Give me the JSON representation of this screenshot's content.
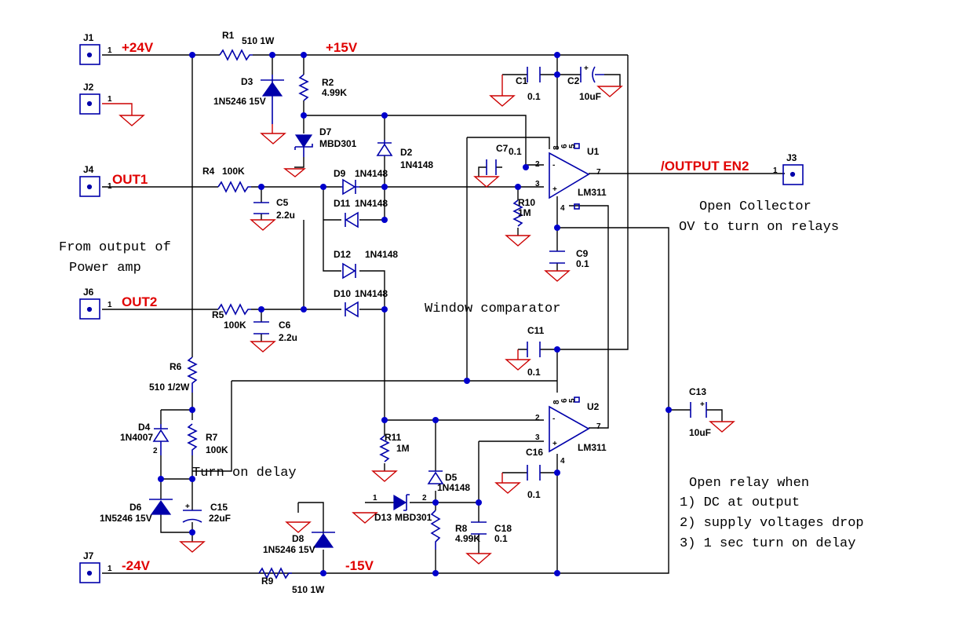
{
  "nets": {
    "p24": "+24V",
    "p15": "+15V",
    "out1": "OUT1",
    "out2": "OUT2",
    "n24": "-24V",
    "n15": "-15V",
    "en2": "/OUTPUT EN2"
  },
  "notes": {
    "src1": "From output of",
    "src2": "Power amp",
    "window": "Window comparator",
    "oc1": "Open Collector",
    "oc2": "OV to turn on relays",
    "delay": "Turn on delay",
    "open_title": "Open relay when",
    "cond1": "1) DC at output",
    "cond2": "2) supply voltages drop",
    "cond3": "3) 1 sec turn on delay"
  },
  "connectors": {
    "J1": "J1",
    "J2": "J2",
    "J3": "J3",
    "J4": "J4",
    "J6": "J6",
    "J7": "J7"
  },
  "components": {
    "R1": {
      "ref": "R1",
      "val": "510 1W"
    },
    "R2": {
      "ref": "R2",
      "val": "4.99K"
    },
    "R4": {
      "ref": "R4",
      "val": "100K"
    },
    "R5": {
      "ref": "R5",
      "val": "100K"
    },
    "R6": {
      "ref": "R6",
      "val": "510 1/2W"
    },
    "R7": {
      "ref": "R7",
      "val": "100K"
    },
    "R8": {
      "ref": "R8",
      "val": "4.99K"
    },
    "R9": {
      "ref": "R9",
      "val": "510 1W"
    },
    "R10": {
      "ref": "R10",
      "val": "1M"
    },
    "R11": {
      "ref": "R11",
      "val": "1M"
    },
    "C1": {
      "ref": "C1",
      "val": "0.1"
    },
    "C2": {
      "ref": "C2",
      "val": "10uF"
    },
    "C5": {
      "ref": "C5",
      "val": "2.2u"
    },
    "C6": {
      "ref": "C6",
      "val": "2.2u"
    },
    "C7": {
      "ref": "C7",
      "val": "0.1"
    },
    "C9": {
      "ref": "C9",
      "val": "0.1"
    },
    "C11": {
      "ref": "C11",
      "val": "0.1"
    },
    "C13": {
      "ref": "C13",
      "val": "10uF"
    },
    "C15": {
      "ref": "C15",
      "val": "22uF"
    },
    "C16": {
      "ref": "C16",
      "val": "0.1"
    },
    "C18": {
      "ref": "C18",
      "val": "0.1"
    },
    "D2": {
      "ref": "D2",
      "val": "1N4148"
    },
    "D3": {
      "ref": "D3",
      "val": "1N5246 15V"
    },
    "D4": {
      "ref": "D4",
      "val": "1N4007"
    },
    "D5": {
      "ref": "D5",
      "val": "1N4148"
    },
    "D6": {
      "ref": "D6",
      "val": "1N5246 15V"
    },
    "D7": {
      "ref": "D7",
      "val": "MBD301"
    },
    "D8": {
      "ref": "D8",
      "val": "1N5246 15V"
    },
    "D9": {
      "ref": "D9",
      "val": "1N4148"
    },
    "D10": {
      "ref": "D10",
      "val": "1N4148"
    },
    "D11": {
      "ref": "D11",
      "val": "1N4148"
    },
    "D12": {
      "ref": "D12",
      "val": "1N4148"
    },
    "D13": {
      "ref": "D13",
      "val": "MBD301"
    },
    "U1": {
      "ref": "U1",
      "val": "LM311"
    },
    "U2": {
      "ref": "U2",
      "val": "LM311"
    }
  },
  "colors": {
    "wire": "#000000",
    "component": "#0000aa",
    "ground": "#cc0000",
    "net_label": "#e00000",
    "junction": "#0000cc"
  }
}
